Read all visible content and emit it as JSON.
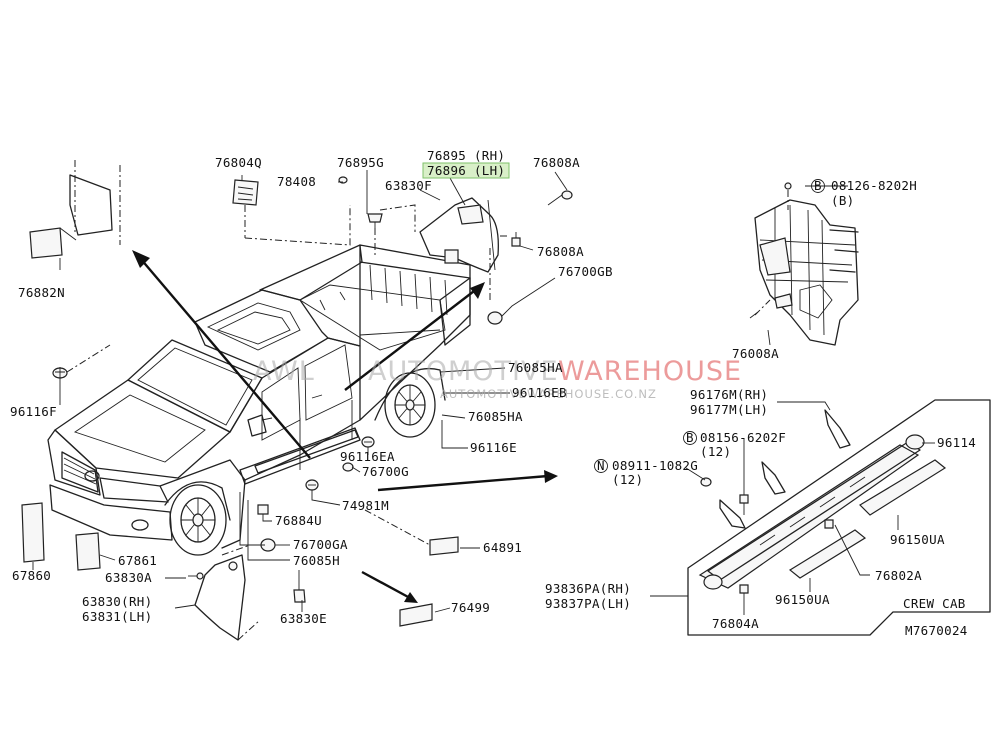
{
  "diagram": {
    "code": "M7670024",
    "panel_title": "CREW CAB",
    "highlight_color": "#cfeeb8"
  },
  "watermark": {
    "left": "AWL",
    "middle": "AUTOMOTIVE",
    "right": "WAREHOUSE",
    "url": "AUTOMOTIVEWAREHOUSE.CO.NZ",
    "right_color": "#e05a5a"
  },
  "labels": {
    "l76804Q": "76804Q",
    "l78408": "78408",
    "l76895G": "76895G",
    "l76895RH": "76895 (RH)",
    "l76896LH": "76896 (LH)",
    "l63830F": "63830F",
    "l76808A_top": "76808A",
    "l76808A_mid": "76808A",
    "l76700GB": "76700GB",
    "l76882N": "76882N",
    "l96116F": "96116F",
    "l76085HA_1": "76085HA",
    "l96116EB": "96116EB",
    "l76085HA_2": "76085HA",
    "l96116E": "96116E",
    "l96116EA": "96116EA",
    "l76700G": "76700G",
    "l74981M": "74981M",
    "l76884U": "76884U",
    "l76700GA": "76700GA",
    "l76085H": "76085H",
    "l64891": "64891",
    "l67860": "67860",
    "l67861": "67861",
    "l63830A": "63830A",
    "l63830RH": "63830(RH)",
    "l63831LH": "63831(LH)",
    "l63830E": "63830E",
    "l76499": "76499",
    "l08126_num": "08126-8202H",
    "l08126_qty": "(B)",
    "l08126_circle": "B",
    "l76008A": "76008A",
    "l96176M": "96176M(RH)",
    "l96177M": "96177M(LH)",
    "l08156_num": "08156-6202F",
    "l08156_qty": "(12)",
    "l08156_circle": "B",
    "l08911_num": "08911-1082G",
    "l08911_qty": "(12)",
    "l08911_circle": "N",
    "l96114": "96114",
    "l96150UA_1": "96150UA",
    "l96150UA_2": "96150UA",
    "l76802A": "76802A",
    "l93836PA": "93836PA(RH)",
    "l93837PA": "93837PA(LH)",
    "l76804A": "76804A"
  }
}
